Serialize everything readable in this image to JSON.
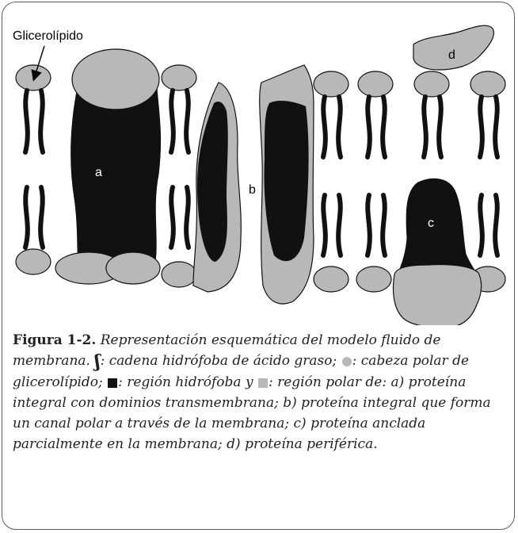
{
  "labels": {
    "glicerolipido": "Glicerolípido",
    "a": "a",
    "b": "b",
    "c": "c",
    "d": "d"
  },
  "caption": {
    "figure_label": "Figura 1-2.",
    "intro": "Representación esquemática del modelo fluido de membrana.",
    "fatty_acid_chain_symbol": "ʃ",
    "fatty_acid_chain": ": cadena hidrófoba de ácido graso;",
    "polar_head": ": cabeza polar de glicerolípido;",
    "hydrophobic_region": ": región hidrófoba y",
    "polar_region": ": región polar de: a) proteína integral con dominios transmembrana; b) proteína integral que forma un canal polar a través de la membrana; c) proteína anclada parcialmente en la membrana; d) proteína periférica."
  },
  "colors": {
    "polar_gray": "#b8b8b8",
    "hydrophobic_black": "#111111",
    "frame_border": "#5a5a5a"
  }
}
